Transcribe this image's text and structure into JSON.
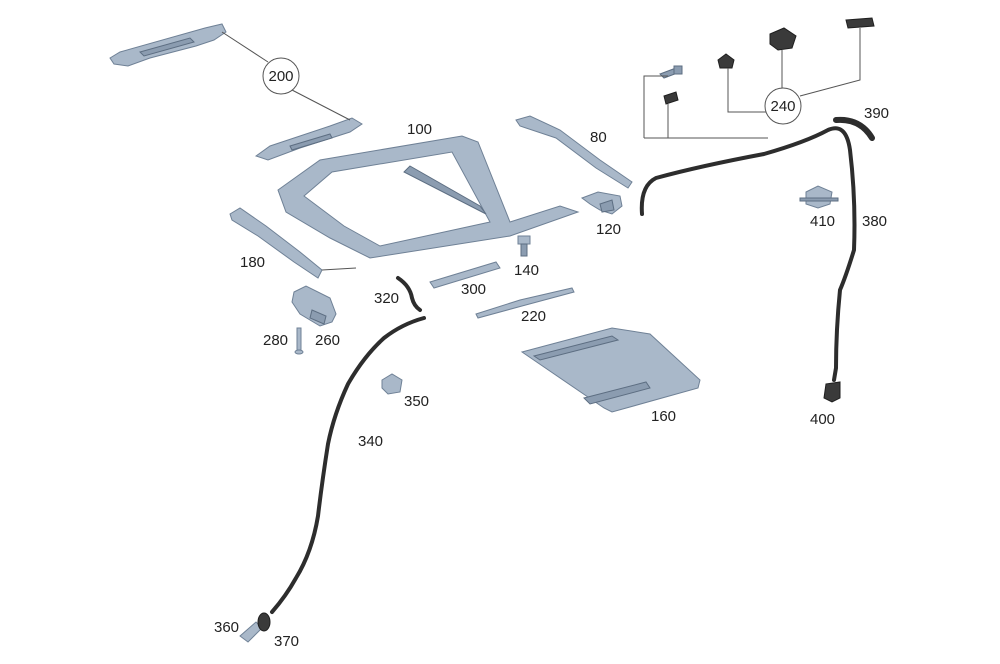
{
  "callouts": {
    "c200": "200",
    "c240": "240"
  },
  "labels": {
    "p100": "100",
    "p80": "80",
    "p390": "390",
    "p120": "120",
    "p410": "410",
    "p380": "380",
    "p180": "180",
    "p140": "140",
    "p300": "300",
    "p320": "320",
    "p220": "220",
    "p280": "280",
    "p260": "260",
    "p350": "350",
    "p160": "160",
    "p400": "400",
    "p340": "340",
    "p360": "360",
    "p370": "370"
  },
  "colors": {
    "part": "#a9b8c9",
    "hose": "#2d2d2d"
  }
}
